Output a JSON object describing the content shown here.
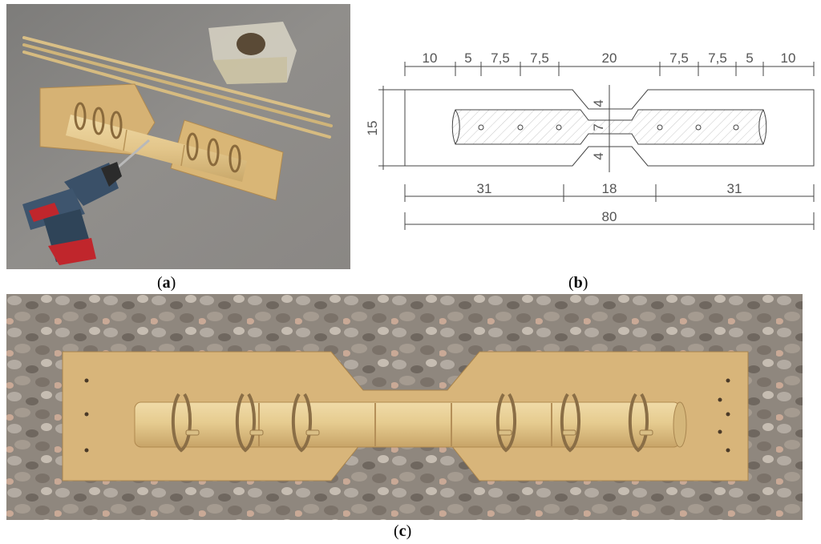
{
  "captions": {
    "a": {
      "open": "(",
      "letter": "a",
      "close": ")"
    },
    "b": {
      "open": "(",
      "letter": "b",
      "close": ")"
    },
    "c": {
      "open": "(",
      "letter": "c",
      "close": ")"
    }
  },
  "drawing": {
    "top_dims": [
      "10",
      "5",
      "7,5",
      "7,5",
      "20",
      "7,5",
      "7,5",
      "5",
      "10"
    ],
    "height_dim": "15",
    "neck_dims": [
      "4",
      "7",
      "4"
    ],
    "bottom_dims": [
      "31",
      "18",
      "31"
    ],
    "total_dim": "80"
  },
  "colors": {
    "plywood": "#d8b57a",
    "bamboo": "#e4cb8f",
    "gravel": "#9a9188",
    "concrete": "#8a8886",
    "drill_body": "#3a5068",
    "drill_accent": "#c0262c"
  }
}
